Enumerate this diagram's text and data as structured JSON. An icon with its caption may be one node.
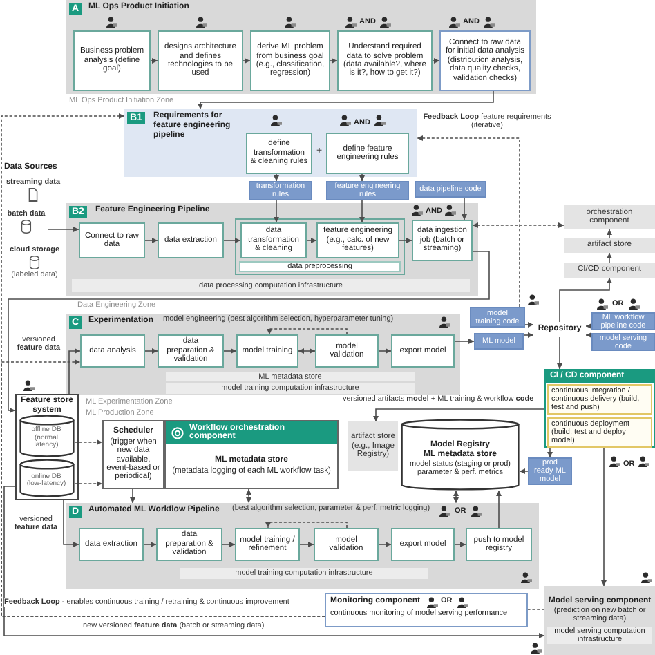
{
  "diagram": {
    "nodes": [
      {
        "text": [
          "A",
          "ML Ops Product Initiation"
        ]
      },
      {
        "text": [
          "Business problem analysis (define goal)"
        ],
        "in": 0
      },
      {
        "text": [
          "designs architecture and defines technologies to be used"
        ],
        "in": 0
      },
      {
        "text": [
          "derive ML problem from business goal (e.g., classification, regression)"
        ],
        "in": 0
      },
      {
        "text": [
          "Understand required data to solve problem (data available?, where is it?, how to get it?)"
        ],
        "in": 0
      },
      {
        "text": [
          "Connect to raw data for initial data analysis (distribution analysis, data quality checks, validation checks)"
        ],
        "in": 0
      },
      {
        "text": [
          "B1",
          "Requirements for feature engineering pipeline"
        ]
      },
      {
        "text": [
          "define transformation & cleaning rules"
        ],
        "in": 6
      },
      {
        "text": [
          "define feature engineering rules"
        ],
        "in": 6
      },
      {
        "text": [
          "streaming data"
        ]
      },
      {
        "text": [
          "batch data"
        ]
      },
      {
        "text": [
          "cloud storage",
          "(labeled data)"
        ]
      },
      {
        "text": [
          "transformation rules"
        ]
      },
      {
        "text": [
          "feature engineering rules"
        ]
      },
      {
        "text": [
          "data pipeline code"
        ]
      },
      {
        "text": [
          "B2",
          "Feature Engineering Pipeline"
        ]
      },
      {
        "text": [
          "Connect to raw data"
        ],
        "in": 15
      },
      {
        "text": [
          "data extraction"
        ],
        "in": 15
      },
      {
        "text": [
          "data preprocessing"
        ],
        "in": 15
      },
      {
        "text": [
          "data transformation & cleaning"
        ],
        "in": 18
      },
      {
        "text": [
          "feature engineering (e.g., calc. of new features)"
        ],
        "in": 18
      },
      {
        "text": [
          "data ingestion job (batch or streaming)"
        ],
        "in": 15
      },
      {
        "text": [
          "data processing computation infrastructure"
        ],
        "in": 15
      },
      {
        "text": [
          "orchestration component"
        ]
      },
      {
        "text": [
          "artifact store"
        ]
      },
      {
        "text": [
          "CI/CD component"
        ]
      },
      {
        "text": [
          "C",
          "Experimentation"
        ]
      },
      {
        "text": [
          "data analysis"
        ],
        "in": 26
      },
      {
        "text": [
          "data preparation & validation"
        ],
        "in": 26
      },
      {
        "text": [
          "model training"
        ],
        "in": 26
      },
      {
        "text": [
          "model validation"
        ],
        "in": 26
      },
      {
        "text": [
          "export model"
        ],
        "in": 26
      },
      {
        "text": [
          "ML metadata store"
        ],
        "in": 26
      },
      {
        "text": [
          "model training computation infrastructure"
        ],
        "in": 26
      },
      {
        "text": [
          "model training code"
        ]
      },
      {
        "text": [
          "ML model"
        ]
      },
      {
        "text": [
          "Repository"
        ]
      },
      {
        "text": [
          "ML workflow pipeline code"
        ]
      },
      {
        "text": [
          "model serving code"
        ]
      },
      {
        "text": [
          "CI / CD component",
          "continuous integration / continuous delivery (build, test and push)",
          "continuous deployment (build, test and deploy model)"
        ]
      },
      {
        "text": [
          "Feature store system"
        ]
      },
      {
        "text": [
          "offline DB (normal latency)"
        ],
        "in": 40
      },
      {
        "text": [
          "online DB (low-latency)"
        ],
        "in": 40
      },
      {
        "text": [
          "Scheduler",
          "(trigger when new data available, event-based or periodical)"
        ]
      },
      {
        "text": [
          "Workflow orchestration component",
          "ML metadata store",
          "(metadata logging of each ML workflow task)"
        ]
      },
      {
        "text": [
          "artifact store (e.g., Image Registry)"
        ]
      },
      {
        "text": [
          "Model Registry",
          "ML metadata store",
          "model status (staging or prod) parameter & perf. metrics"
        ]
      },
      {
        "text": [
          "prod ready ML model"
        ]
      },
      {
        "text": [
          "D",
          "Automated ML Workflow Pipeline"
        ]
      },
      {
        "text": [
          "data extraction"
        ],
        "in": 48
      },
      {
        "text": [
          "data preparation & validation"
        ],
        "in": 48
      },
      {
        "text": [
          "model training / refinement"
        ],
        "in": 48
      },
      {
        "text": [
          "model validation"
        ],
        "in": 48
      },
      {
        "text": [
          "export model"
        ],
        "in": 48
      },
      {
        "text": [
          "push to model registry"
        ],
        "in": 48
      },
      {
        "text": [
          "model training computation infrastructure"
        ],
        "in": 48
      },
      {
        "text": [
          "Monitoring component",
          "continuous monitoring of model serving performance"
        ]
      },
      {
        "text": [
          "Model serving component",
          "(prediction on new batch or streaming data)",
          "model serving computation infrastructure"
        ]
      }
    ],
    "edges": [
      {
        "from": 1,
        "to": 2,
        "arrow": "to"
      },
      {
        "from": 2,
        "to": 3,
        "arrow": "to"
      },
      {
        "from": 3,
        "to": 4,
        "arrow": "to"
      },
      {
        "from": 4,
        "to": 5,
        "arrow": "to"
      },
      {
        "from": 5,
        "to": 6,
        "arrow": "to"
      },
      {
        "from": 7,
        "to": 12,
        "arrow": "to"
      },
      {
        "from": 8,
        "to": 13,
        "arrow": "to"
      },
      {
        "from": 10,
        "to": 16,
        "arrow": "to"
      },
      {
        "from": 12,
        "to": 19,
        "arrow": "to"
      },
      {
        "from": 13,
        "to": 20,
        "arrow": "to"
      },
      {
        "from": 14,
        "to": 21,
        "arrow": "to"
      },
      {
        "from": 16,
        "to": 17,
        "arrow": "to"
      },
      {
        "from": 17,
        "to": 19,
        "arrow": "to"
      },
      {
        "from": 19,
        "to": 20,
        "arrow": "to"
      },
      {
        "from": 20,
        "to": 21,
        "arrow": "to"
      },
      {
        "from": 21,
        "to": 23,
        "arrow": "both",
        "style": "dashed"
      },
      {
        "from": 25,
        "to": 24,
        "arrow": "to"
      },
      {
        "from": 24,
        "to": 23,
        "arrow": "to"
      },
      {
        "from": 36,
        "to": 25,
        "arrow": "to"
      },
      {
        "from": 21,
        "to": 40,
        "arrow": "to"
      },
      {
        "from": 34,
        "to": 6,
        "arrow": "to",
        "style": "dashed",
        "label": "**Feedback Loop** feature requirements (iterative)"
      },
      {
        "from": 27,
        "to": 28,
        "arrow": "to"
      },
      {
        "from": 28,
        "to": 29,
        "arrow": "to"
      },
      {
        "from": 29,
        "to": 30,
        "arrow": "both"
      },
      {
        "from": 30,
        "to": 29,
        "arrow": "to",
        "style": "dashed",
        "label": "model engineering (best algorithm selection, hyperparameter tuning)"
      },
      {
        "from": 30,
        "to": 31,
        "arrow": "to"
      },
      {
        "from": 31,
        "to": 35,
        "arrow": "to"
      },
      {
        "from": 35,
        "to": 36,
        "arrow": "to"
      },
      {
        "from": 34,
        "to": 36,
        "arrow": "to"
      },
      {
        "from": 37,
        "to": 36,
        "arrow": "to"
      },
      {
        "from": 38,
        "to": 36,
        "arrow": "to"
      },
      {
        "from": 36,
        "to": 39,
        "arrow": "to"
      },
      {
        "from": 40,
        "to": 27,
        "arrow": "to",
        "label": "versioned **feature data**"
      },
      {
        "from": 39,
        "to": 45,
        "arrow": "to",
        "label": "versioned artifacts **model** + ML training & workflow **code**"
      },
      {
        "from": 41,
        "to": 43,
        "arrow": "to",
        "style": "dashed"
      },
      {
        "from": 42,
        "to": 43,
        "arrow": "to",
        "style": "dashed"
      },
      {
        "from": 43,
        "to": 48,
        "arrow": "to"
      },
      {
        "from": 44,
        "to": 48,
        "arrow": "both",
        "style": "dashed"
      },
      {
        "from": 46,
        "to": 48,
        "arrow": "both",
        "style": "dashed"
      },
      {
        "from": 47,
        "to": 46,
        "arrow": "to"
      },
      {
        "from": 39,
        "to": 47,
        "arrow": "to"
      },
      {
        "from": 40,
        "to": 49,
        "arrow": "to",
        "label": "versioned **feature data**"
      },
      {
        "from": 49,
        "to": 50,
        "arrow": "to"
      },
      {
        "from": 50,
        "to": 51,
        "arrow": "to"
      },
      {
        "from": 51,
        "to": 52,
        "arrow": "to"
      },
      {
        "from": 52,
        "to": 53,
        "arrow": "to"
      },
      {
        "from": 53,
        "to": 54,
        "arrow": "to"
      },
      {
        "from": 52,
        "to": 51,
        "arrow": "to",
        "style": "dashed",
        "label": "(best algorithm selection, parameter & perf. metric logging)"
      },
      {
        "from": 54,
        "to": 46,
        "arrow": "to"
      },
      {
        "from": 39,
        "to": 57,
        "arrow": "to"
      },
      {
        "from": 57,
        "to": 56,
        "arrow": "none",
        "style": "dashed"
      },
      {
        "from": 56,
        "to": 6,
        "arrow": "to",
        "style": "dashed",
        "label": "**Feedback Loop** - enables continuous training / retraining & continuous improvement"
      },
      {
        "from": 56,
        "to": 27,
        "arrow": "to",
        "style": "dashed"
      },
      {
        "from": 40,
        "to": 57,
        "arrow": "to",
        "label": "new versioned **feature data** (batch or streaming data)"
      }
    ],
    "labels": [
      "AND",
      "AND",
      "ML Ops Product Initiation Zone",
      "AND",
      "+",
      "Data Sources",
      "AND",
      "Data Engineering Zone",
      "OR",
      "ML Experimentation Zone",
      "ML Production Zone",
      "OR",
      "OR",
      "OR"
    ]
  }
}
